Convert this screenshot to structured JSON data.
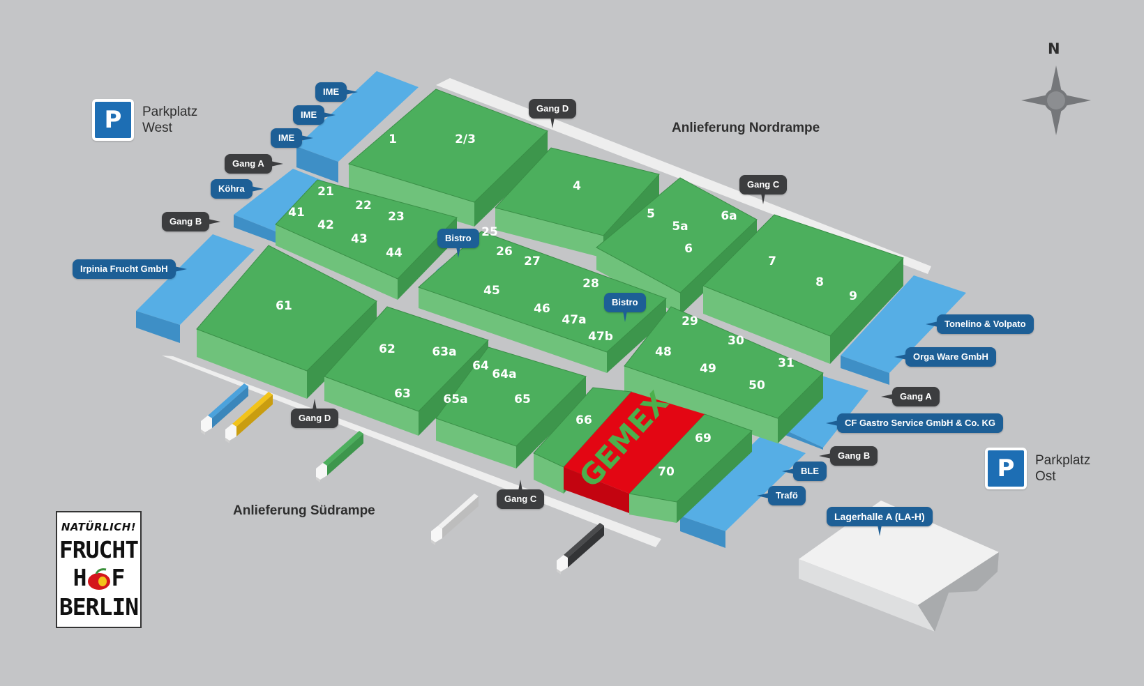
{
  "compass": {
    "label": "N"
  },
  "areas": {
    "north": "Anlieferung Nordrampe",
    "south": "Anlieferung Südrampe"
  },
  "parking": {
    "west": {
      "symbol": "P",
      "line1": "Parkplatz",
      "line2": "West"
    },
    "east": {
      "symbol": "P",
      "line1": "Parkplatz",
      "line2": "Ost"
    }
  },
  "logo": {
    "line1": "NATÜRLICH!",
    "line2": "FRUCHT",
    "line3a": "H",
    "line3b": "F",
    "line4": "BERLIN"
  },
  "highlight": {
    "label": "GEMEX",
    "color": "#e30613"
  },
  "colors": {
    "hall": "#4caf5d",
    "blue_zone": "#4ba2dc",
    "tag_dark": "#3c3d3f",
    "tag_blue": "#1d5f96"
  },
  "units": [
    "1",
    "2/3",
    "4",
    "5",
    "5a",
    "6a",
    "6",
    "7",
    "8",
    "9",
    "21",
    "22",
    "23",
    "41",
    "42",
    "43",
    "44",
    "25",
    "26",
    "27",
    "28",
    "45",
    "46",
    "47a",
    "47b",
    "61",
    "62",
    "63a",
    "63",
    "64",
    "64a",
    "65",
    "65a",
    "66",
    "69",
    "70",
    "29",
    "30",
    "31",
    "48",
    "49",
    "50"
  ],
  "tags": {
    "ime1": "IME",
    "ime2": "IME",
    "ime3": "IME",
    "gang_a_w": "Gang A",
    "kohra": "Köhra",
    "gang_b_w": "Gang B",
    "irpinia": "Irpinia Frucht GmbH",
    "gang_d_n": "Gang D",
    "gang_c_n": "Gang C",
    "bistro1": "Bistro",
    "bistro2": "Bistro",
    "tonelino": "Tonelino & Volpato",
    "orga": "Orga Ware GmbH",
    "gang_a_e": "Gang A",
    "cf_gastro": "CF Gastro Service GmbH & Co. KG",
    "gang_b_e": "Gang B",
    "ble": "BLE",
    "trafo": "Trafö",
    "gang_d_s": "Gang D",
    "gang_c_s": "Gang C",
    "lagerhalle": "Lagerhalle A (LA-H)"
  }
}
